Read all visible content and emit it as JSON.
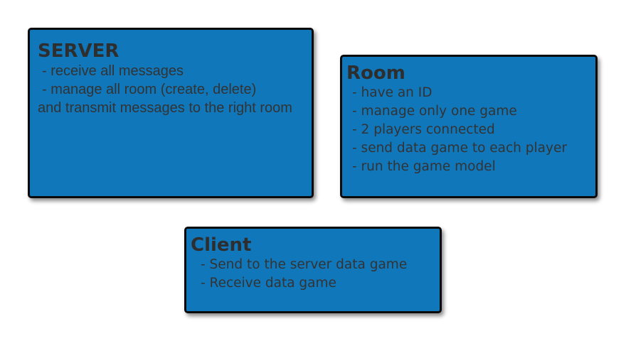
{
  "colors": {
    "box_fill": "#1177bb",
    "box_border": "#0a0a0a",
    "text": "#333333"
  },
  "server": {
    "title": "SERVER",
    "lines": [
      " - receive all messages",
      " - manage all room (create, delete)",
      "and transmit messages to the right room"
    ]
  },
  "room": {
    "title": "Room",
    "lines": [
      " - have an ID",
      " - manage only one game",
      " - 2 players connected",
      " - send data game to each player",
      " -  run the game model"
    ]
  },
  "client": {
    "title": "Client",
    "lines": [
      "- Send to the server data game",
      "- Receive data game"
    ]
  }
}
